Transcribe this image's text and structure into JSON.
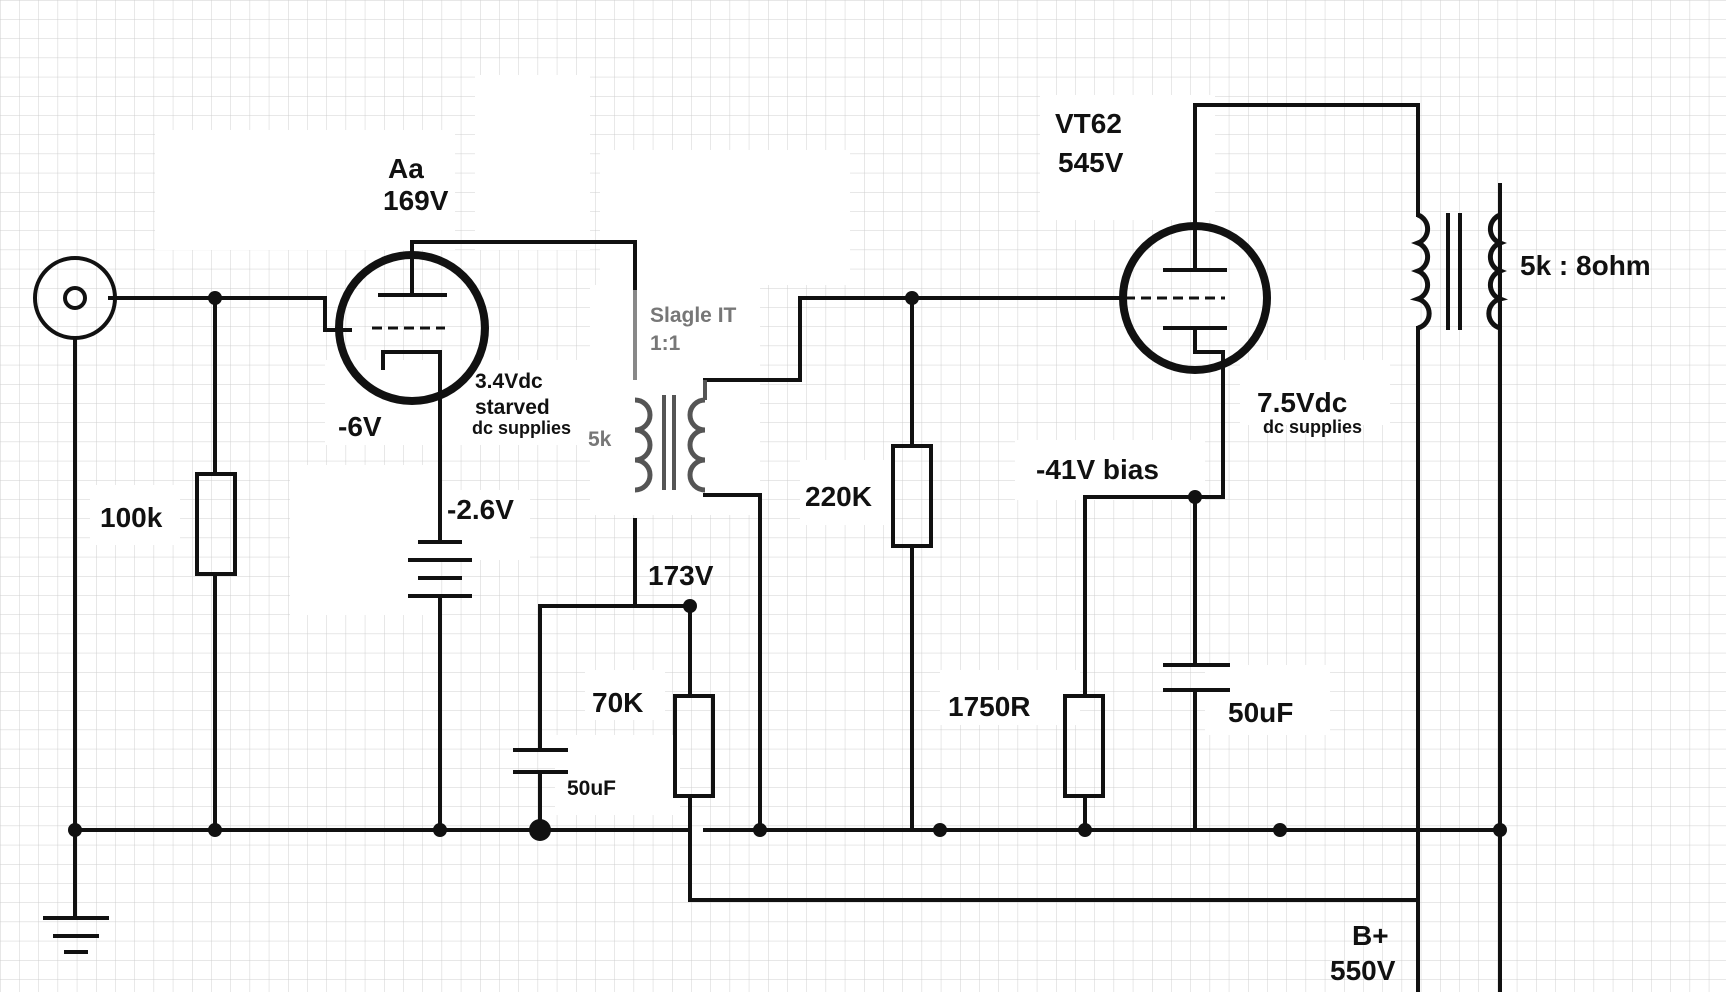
{
  "tubes": {
    "input": {
      "name": "Aa",
      "voltage": "169V",
      "grid_bias": "-6V"
    },
    "output": {
      "name": "VT62",
      "voltage": "545V"
    }
  },
  "annotations": {
    "input_supply_voltage": "3.4Vdc",
    "input_supply_note1": "starved",
    "input_supply_note2": "dc supplies",
    "input_battery": "-2.6V",
    "output_supply_voltage": "7.5Vdc",
    "output_supply_note": "dc supplies",
    "output_bias": "-41V bias"
  },
  "interstage": {
    "name": "Slagle IT",
    "ratio": "1:1",
    "primary": "5k"
  },
  "components": {
    "r_grid": "100k",
    "r_load": "70K",
    "c_decouple": "50uF",
    "node_voltage": "173V",
    "r_grid2": "220K",
    "r_cathode": "1750R",
    "c_cathode": "50uF"
  },
  "output_transformer": "5k : 8ohm",
  "supply": {
    "label": "B+",
    "voltage": "550V"
  }
}
